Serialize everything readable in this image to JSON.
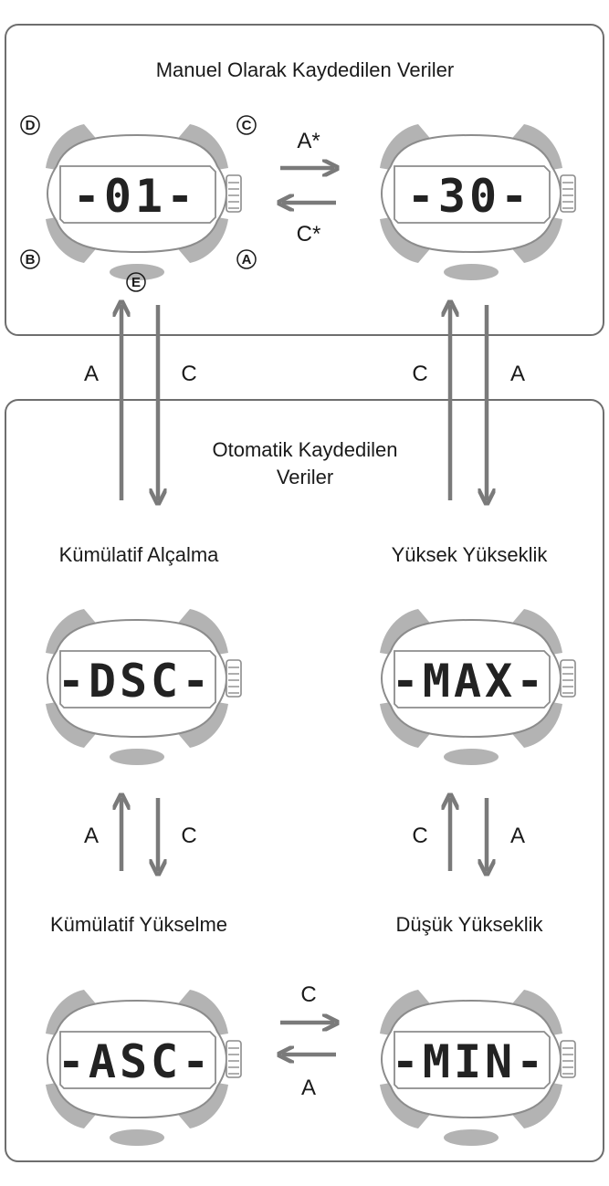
{
  "manual_section": {
    "title": "Manuel Olarak Kaydedilen Veriler"
  },
  "auto_section": {
    "title_line1": "Otomatik Kaydedilen",
    "title_line2": "Veriler"
  },
  "screens": {
    "manual_01": {
      "display": "-01-"
    },
    "manual_30": {
      "display": "-30-"
    },
    "dsc": {
      "label": "Kümülatif Alçalma",
      "display": "-DSC-"
    },
    "max": {
      "label": "Yüksek Yükseklik",
      "display": "-MAX-"
    },
    "asc": {
      "label": "Kümülatif Yükselme",
      "display": "-ASC-"
    },
    "min": {
      "label": "Düşük Yükseklik",
      "display": "-MIN-"
    }
  },
  "buttons": {
    "a": "A",
    "b": "B",
    "c": "C",
    "d": "D",
    "e": "E"
  },
  "transitions": {
    "m01_to_m30": "A*",
    "m30_to_m01": "C*",
    "dsc_to_m01": "A",
    "m01_to_dsc": "C",
    "max_to_m30": "C",
    "m30_to_max": "A",
    "asc_to_dsc": "A",
    "dsc_to_asc": "C",
    "min_to_max": "C",
    "max_to_min": "A",
    "asc_to_min": "C",
    "min_to_asc": "A"
  },
  "colors": {
    "frame": "#6e6e6e",
    "watch_gray": "#b3b3b3",
    "arrow": "#7a7a7a",
    "lcd_outline": "#8c8c8c",
    "text": "#1a1a1a"
  }
}
